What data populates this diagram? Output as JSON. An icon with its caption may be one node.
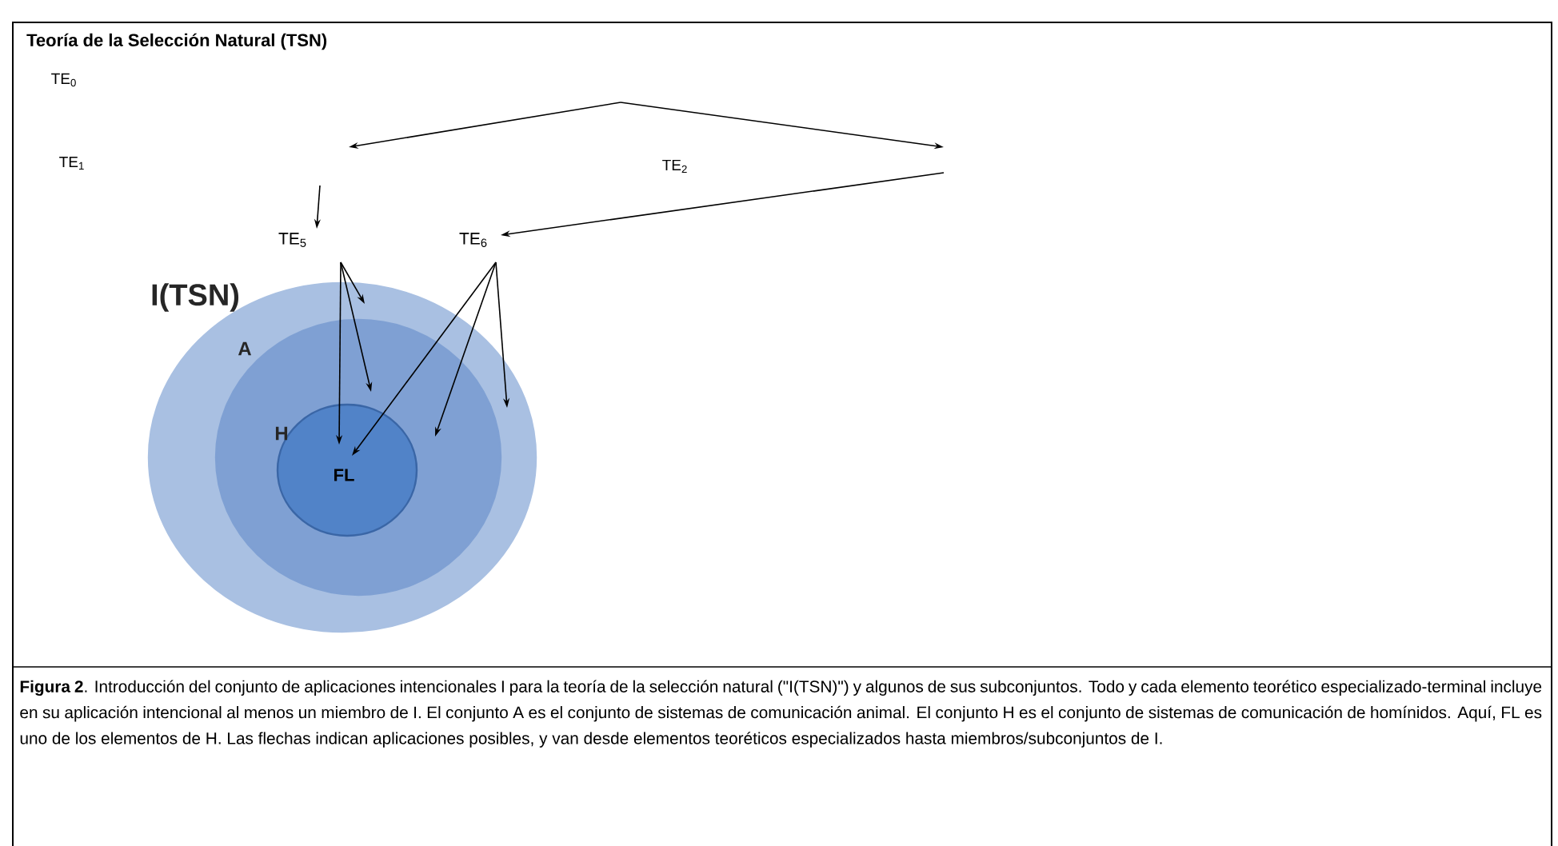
{
  "diagram": {
    "title": "Teoría de la Selección Natural (TSN)",
    "caption": "**Figura 2**. Introducción del conjunto de aplicaciones intencionales I para la teoría de la selección natural (\"I(TSN)\") y algunos de sus subconjuntos. Todo y cada elemento teorético especializado-terminal incluye en su aplicación intencional al menos un miembro de I. El conjunto A es el conjunto de sistemas de comunicación animal. El conjunto H es el conjunto de sistemas de comunicación de homínidos. Aquí, FL es uno de los elementos de H. Las flechas indican aplicaciones posibles, y van desde elementos teoréticos especializados hasta miembros/subconjuntos de I.",
    "nodes": [
      {
        "text": [
          "TE$_{0}$"
        ]
      },
      {
        "text": [
          "TE$_{1}$"
        ]
      },
      {
        "text": [
          "TE$_{2}$"
        ]
      },
      {
        "text": [
          "TE$_{5}$"
        ]
      },
      {
        "text": [
          "TE$_{6}$"
        ]
      },
      {
        "text": [
          "I(TSN)"
        ]
      },
      {
        "text": [
          "A"
        ],
        "in": 5
      },
      {
        "text": [
          "H"
        ],
        "in": 6
      },
      {
        "text": [
          "FL"
        ],
        "in": 7
      }
    ],
    "edges": [
      {
        "from": null,
        "to": 3,
        "arrow": "to"
      },
      {
        "from": null,
        "to": 4,
        "arrow": "to"
      },
      {
        "from": 3,
        "to": 8,
        "arrow": "to"
      },
      {
        "from": 3,
        "to": 6,
        "arrow": "to"
      },
      {
        "from": 3,
        "to": 5,
        "arrow": "to"
      },
      {
        "from": 4,
        "to": 8,
        "arrow": "to"
      },
      {
        "from": 4,
        "to": 6,
        "arrow": "to"
      },
      {
        "from": 4,
        "to": 5,
        "arrow": "to"
      }
    ]
  }
}
